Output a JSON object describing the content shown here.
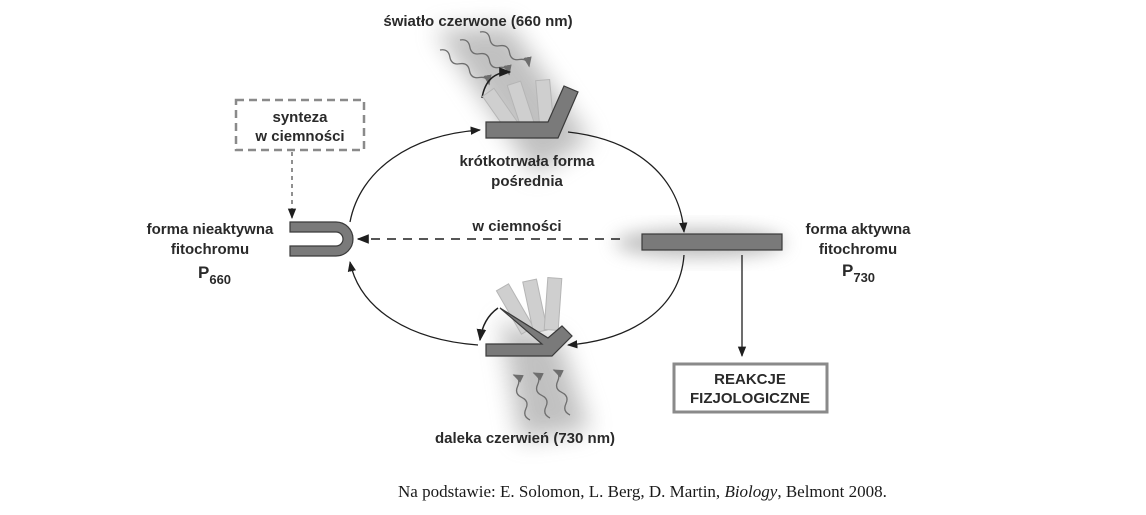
{
  "labels": {
    "red_light": "światło czerwone (660 nm)",
    "far_red": "daleka czerwień (730 nm)",
    "synthesis_line1": "synteza",
    "synthesis_line2": "w ciemności",
    "intermediate_line1": "krótkotrwała forma",
    "intermediate_line2": "pośrednia",
    "dark_conversion": "w ciemności",
    "inactive_line1": "forma nieaktywna",
    "inactive_line2": "fitochromu",
    "inactive_symbol": "P",
    "inactive_subscript": "660",
    "active_line1": "forma aktywna",
    "active_line2": "fitochromu",
    "active_symbol": "P",
    "active_subscript": "730",
    "reactions_line1": "REAKCJE",
    "reactions_line2": "FIZJOLOGICZNE"
  },
  "caption": {
    "prefix": "Na podstawie: E. Solomon, L. Berg, D. Martin,",
    "title": "Biology",
    "suffix": ", Belmont 2008."
  },
  "colors": {
    "text": "#2a2a2a",
    "shape_fill": "#7a7a7a",
    "shape_stroke": "#3a3a3a",
    "ghost_fill": "#cfcfcf",
    "box_stroke": "#8a8a8a"
  }
}
